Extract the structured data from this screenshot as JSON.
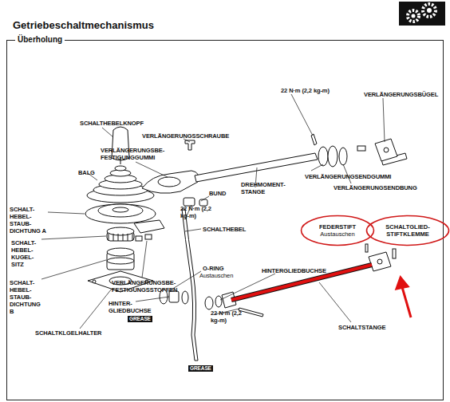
{
  "diagram": {
    "title": "Getriebeschaltmechanismus",
    "nodes": [
      {
        "text": [
          "Überholung"
        ]
      },
      {
        "text": [
          "FEDERSTIFT",
          "Austauschen"
        ],
        "in": 0
      },
      {
        "text": [
          "SCHALTGLIED-STIFTKLEMME"
        ],
        "in": 0
      }
    ],
    "labels": [
      "SCHALTHEBELKNOPF",
      "VERLÄNGERUNGSSCHRAUBE",
      "22 N·m (2,2 kg-m)",
      "VERLÄNGERUNGSBÜGEL",
      "VERLÄNGERUNGSBE- FESTIGUNGGUMMI",
      "BALG",
      "BUND",
      "VERLÄNGERUNGSENDGUMMI",
      "VERLÄNGERUNGSENDBUNG",
      "DREHMOMENT- STANGE",
      "SCHALT- HEBEL- STAUB- DICHTUNG A",
      "22 N·m (2,2 kg-m)",
      "SCHALTHEBEL",
      "SCHALT- HEBEL- KUGEL- SITZ",
      "VERLÄNGERUNGSBE- FESTIGUNGSSTOPFEN",
      "O-RING",
      "Austauschen",
      "HINTERGLIEDBUCHSE",
      "SCHALT- HEBEL- STAUB- DICHTUNG B",
      "HINTER- GLIEDBUCHSE",
      "GREASE",
      "SCHALTKLGELHALTER",
      "SCHALTSTANGE",
      "22 N·m (2,2 kg-m)",
      "GREASE"
    ]
  }
}
